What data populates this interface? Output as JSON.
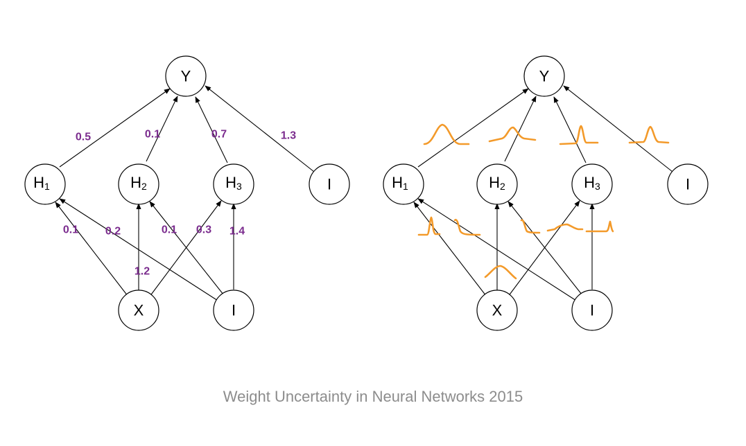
{
  "colors": {
    "weight": "#7b2c8e",
    "distribution": "#f39a2a",
    "caption": "#8c8c8c",
    "edge": "#000000"
  },
  "left_network": {
    "nodes": {
      "Y": "Y",
      "H1": "H",
      "H1_sub": "1",
      "H2": "H",
      "H2_sub": "2",
      "H3": "H",
      "H3_sub": "3",
      "B_top": "I",
      "X": "X",
      "B_bottom": "I"
    },
    "weights": {
      "h1_y": "0.5",
      "h2_y": "0.1",
      "h3_y": "0.7",
      "b_y": "1.3",
      "x_h1": "0.1",
      "b_h1": "0.2",
      "b_h2": "0.1",
      "x_h3": "0.3",
      "b_h3": "1.4",
      "x_h2": "1.2"
    }
  },
  "right_network": {
    "nodes": {
      "Y": "Y",
      "H1": "H",
      "H1_sub": "1",
      "H2": "H",
      "H2_sub": "2",
      "H3": "H",
      "H3_sub": "3",
      "B_top": "I",
      "X": "X",
      "B_bottom": "I"
    },
    "weight_distributions": [
      "wide-gaussian-icon",
      "skewed-gaussian-icon",
      "narrow-gaussian-icon",
      "narrow-gaussian-icon",
      "sharp-peak-icon",
      "left-spike-icon",
      "left-spike-icon",
      "wide-bump-icon",
      "right-spike-icon",
      "wide-gaussian-icon"
    ]
  },
  "caption": "Weight Uncertainty in Neural Networks 2015"
}
